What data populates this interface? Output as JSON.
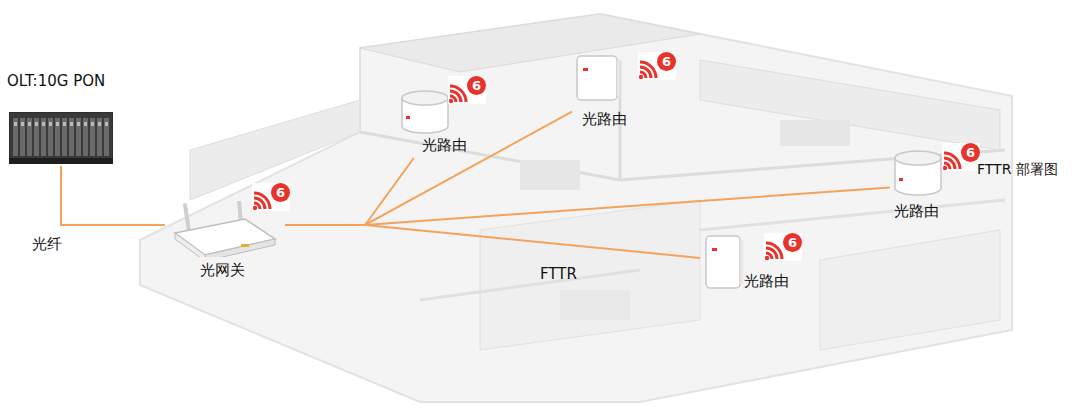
{
  "diagram": {
    "nodes": [
      {
        "text": [
          "OLT:10G PON"
        ]
      },
      {
        "text": [
          "光网关"
        ]
      },
      {
        "text": [
          "光路由"
        ]
      },
      {
        "text": [
          "光路由"
        ]
      },
      {
        "text": [
          "光路由"
        ]
      },
      {
        "text": [
          "光路由"
        ]
      }
    ],
    "edges": [
      {
        "from": 0,
        "to": 1,
        "arrow": "none",
        "label": "光纤"
      },
      {
        "from": 1,
        "to": 2,
        "arrow": "none"
      },
      {
        "from": 1,
        "to": 3,
        "arrow": "none"
      },
      {
        "from": 1,
        "to": 4,
        "arrow": "none"
      },
      {
        "from": 1,
        "to": 5,
        "arrow": "none"
      }
    ],
    "labels": [
      "6",
      "6",
      "6",
      "6",
      "6",
      "FTTR 部署图",
      "FTTR"
    ]
  }
}
